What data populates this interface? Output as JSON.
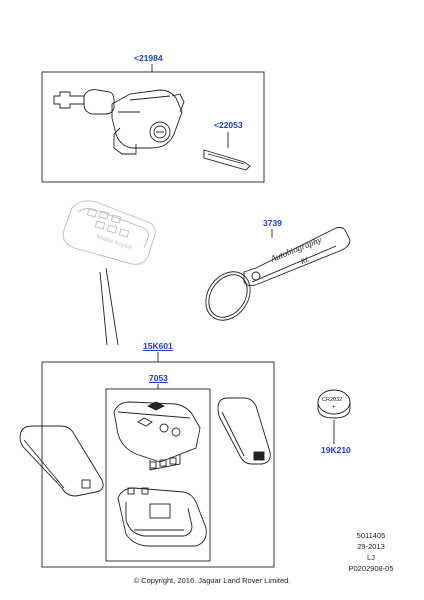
{
  "callouts": {
    "lock_assembly": "<21984",
    "blade": "<22053",
    "keyring": "3739",
    "kit": "15K601",
    "module": "7053",
    "battery_part": "19K210",
    "battery_text": "CR2032",
    "battery_plus": "+"
  },
  "fob_text": "RANGE ROVER",
  "keyring_script": "Autobiography",
  "keyring_script2": "RL",
  "reference": [
    "5011405",
    "29-2013",
    "LJ",
    "P0202908-05"
  ],
  "copyright": "© Copyright, 2016. Jaguar Land Rover Limited."
}
